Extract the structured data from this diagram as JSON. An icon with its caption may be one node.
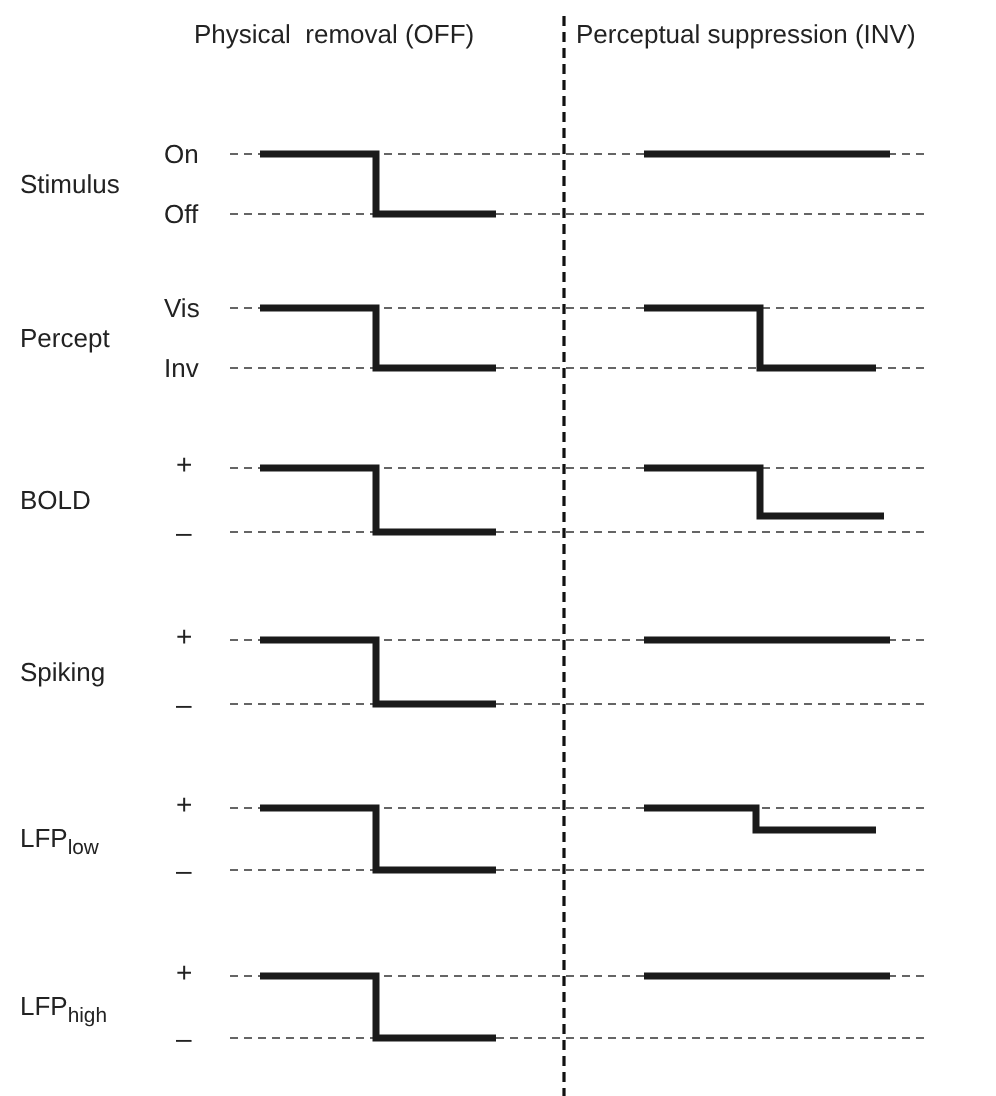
{
  "diagram": {
    "labels": [
      "Physical  removal (OFF)",
      "Perceptual suppression (INV)",
      "On",
      "Stimulus",
      "Off",
      "Vis",
      "Percept",
      "Inv",
      "+",
      "BOLD",
      "–",
      "+",
      "Spiking",
      "–",
      "+",
      "LFP$_{low}$",
      "–",
      "+",
      "LFP$_{high}$",
      "–"
    ]
  }
}
